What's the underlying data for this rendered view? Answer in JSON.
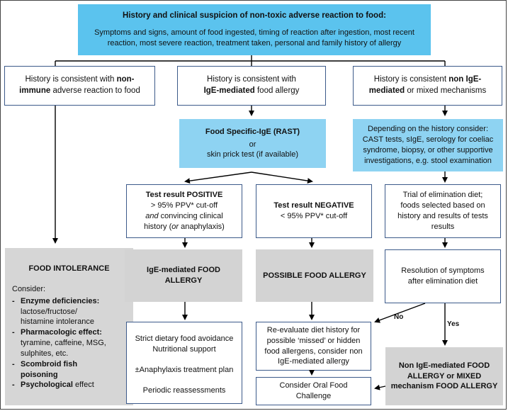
{
  "top": {
    "title": "History and clinical suspicion of non-toxic adverse reaction to food:",
    "line1": "Symptoms and signs, amount of food ingested, timing of reaction after ingestion, most recent",
    "line2": "reaction, most severe reaction, treatment taken, personal and family history of allergy"
  },
  "left": {
    "history_pre": "History is consistent with",
    "history_bold1": "non-",
    "history_bold2": "immune",
    "history_post": "adverse reaction to food",
    "intolerance_title": "FOOD INTOLERANCE",
    "consider": "Consider:",
    "items": [
      {
        "bold": "Enzyme deficiencies:",
        "sub": [
          "lactose/fructose/",
          "histamine intolerance"
        ]
      },
      {
        "bold": "Pharmacologic effect:",
        "sub": [
          "tyramine, caffeine, MSG,",
          "sulphites, etc."
        ]
      },
      {
        "bold": "Scombroid fish",
        "sub_bold": "poisoning"
      },
      {
        "bold": "Psychological",
        "rest": " effect"
      }
    ]
  },
  "middle": {
    "history_pre": "History is consistent with",
    "history_bold": "IgE-mediated",
    "history_post": " food allergy",
    "rast_title": "Food Specific-IgE (RAST)",
    "rast_or": "or",
    "rast_skin": "skin prick test (if available)",
    "pos_title": "Test result POSITIVE",
    "pos_line1": "> 95% PPV* cut-off",
    "pos_and": "and",
    "pos_line2": " convincing clinical",
    "pos_line3a": "history (",
    "pos_or": "or",
    "pos_line3b": " anaphylaxis)",
    "neg_title": "Test result NEGATIVE",
    "neg_line1": "< 95% PPV* cut-off",
    "ige_allergy_1": "IgE-mediated FOOD",
    "ige_allergy_2": "ALLERGY",
    "possible_allergy": "POSSIBLE FOOD ALLERGY",
    "mgmt": [
      "Strict dietary food avoidance",
      "Nutritional support",
      "±Anaphylaxis treatment plan",
      "Periodic reassessments"
    ],
    "reeval": [
      "Re-evaluate diet history for",
      "possible ‘missed’ or hidden",
      "food allergens, consider non",
      "IgE-mediated allergy"
    ],
    "challenge": [
      "Consider Oral Food",
      "Challenge"
    ]
  },
  "right": {
    "history_pre": "History is consistent",
    "history_bold1": "non IgE-",
    "history_bold2": "mediated",
    "history_post": " or mixed mechanisms",
    "depending": [
      "Depending on the history consider:",
      "CAST tests, sIgE, serology for coeliac",
      "syndrome, biopsy, or other supportive",
      "investigations, e.g. stool examination"
    ],
    "trial": [
      "Trial of elimination diet;",
      "foods selected based on",
      "history and results of tests",
      "results"
    ],
    "resolution": [
      "Resolution of symptoms",
      "after elimination diet"
    ],
    "no_label": "No",
    "yes_label": "Yes",
    "final": [
      "Non IgE-mediated FOOD",
      "ALLERGY or MIXED",
      "mechanism FOOD ALLERGY"
    ]
  },
  "colors": {
    "top_box": "#5bc3ee",
    "light_blue_box": "#8ed3f2",
    "grey_box": "#d6d6d6",
    "box_border": "#3c5a8a"
  }
}
